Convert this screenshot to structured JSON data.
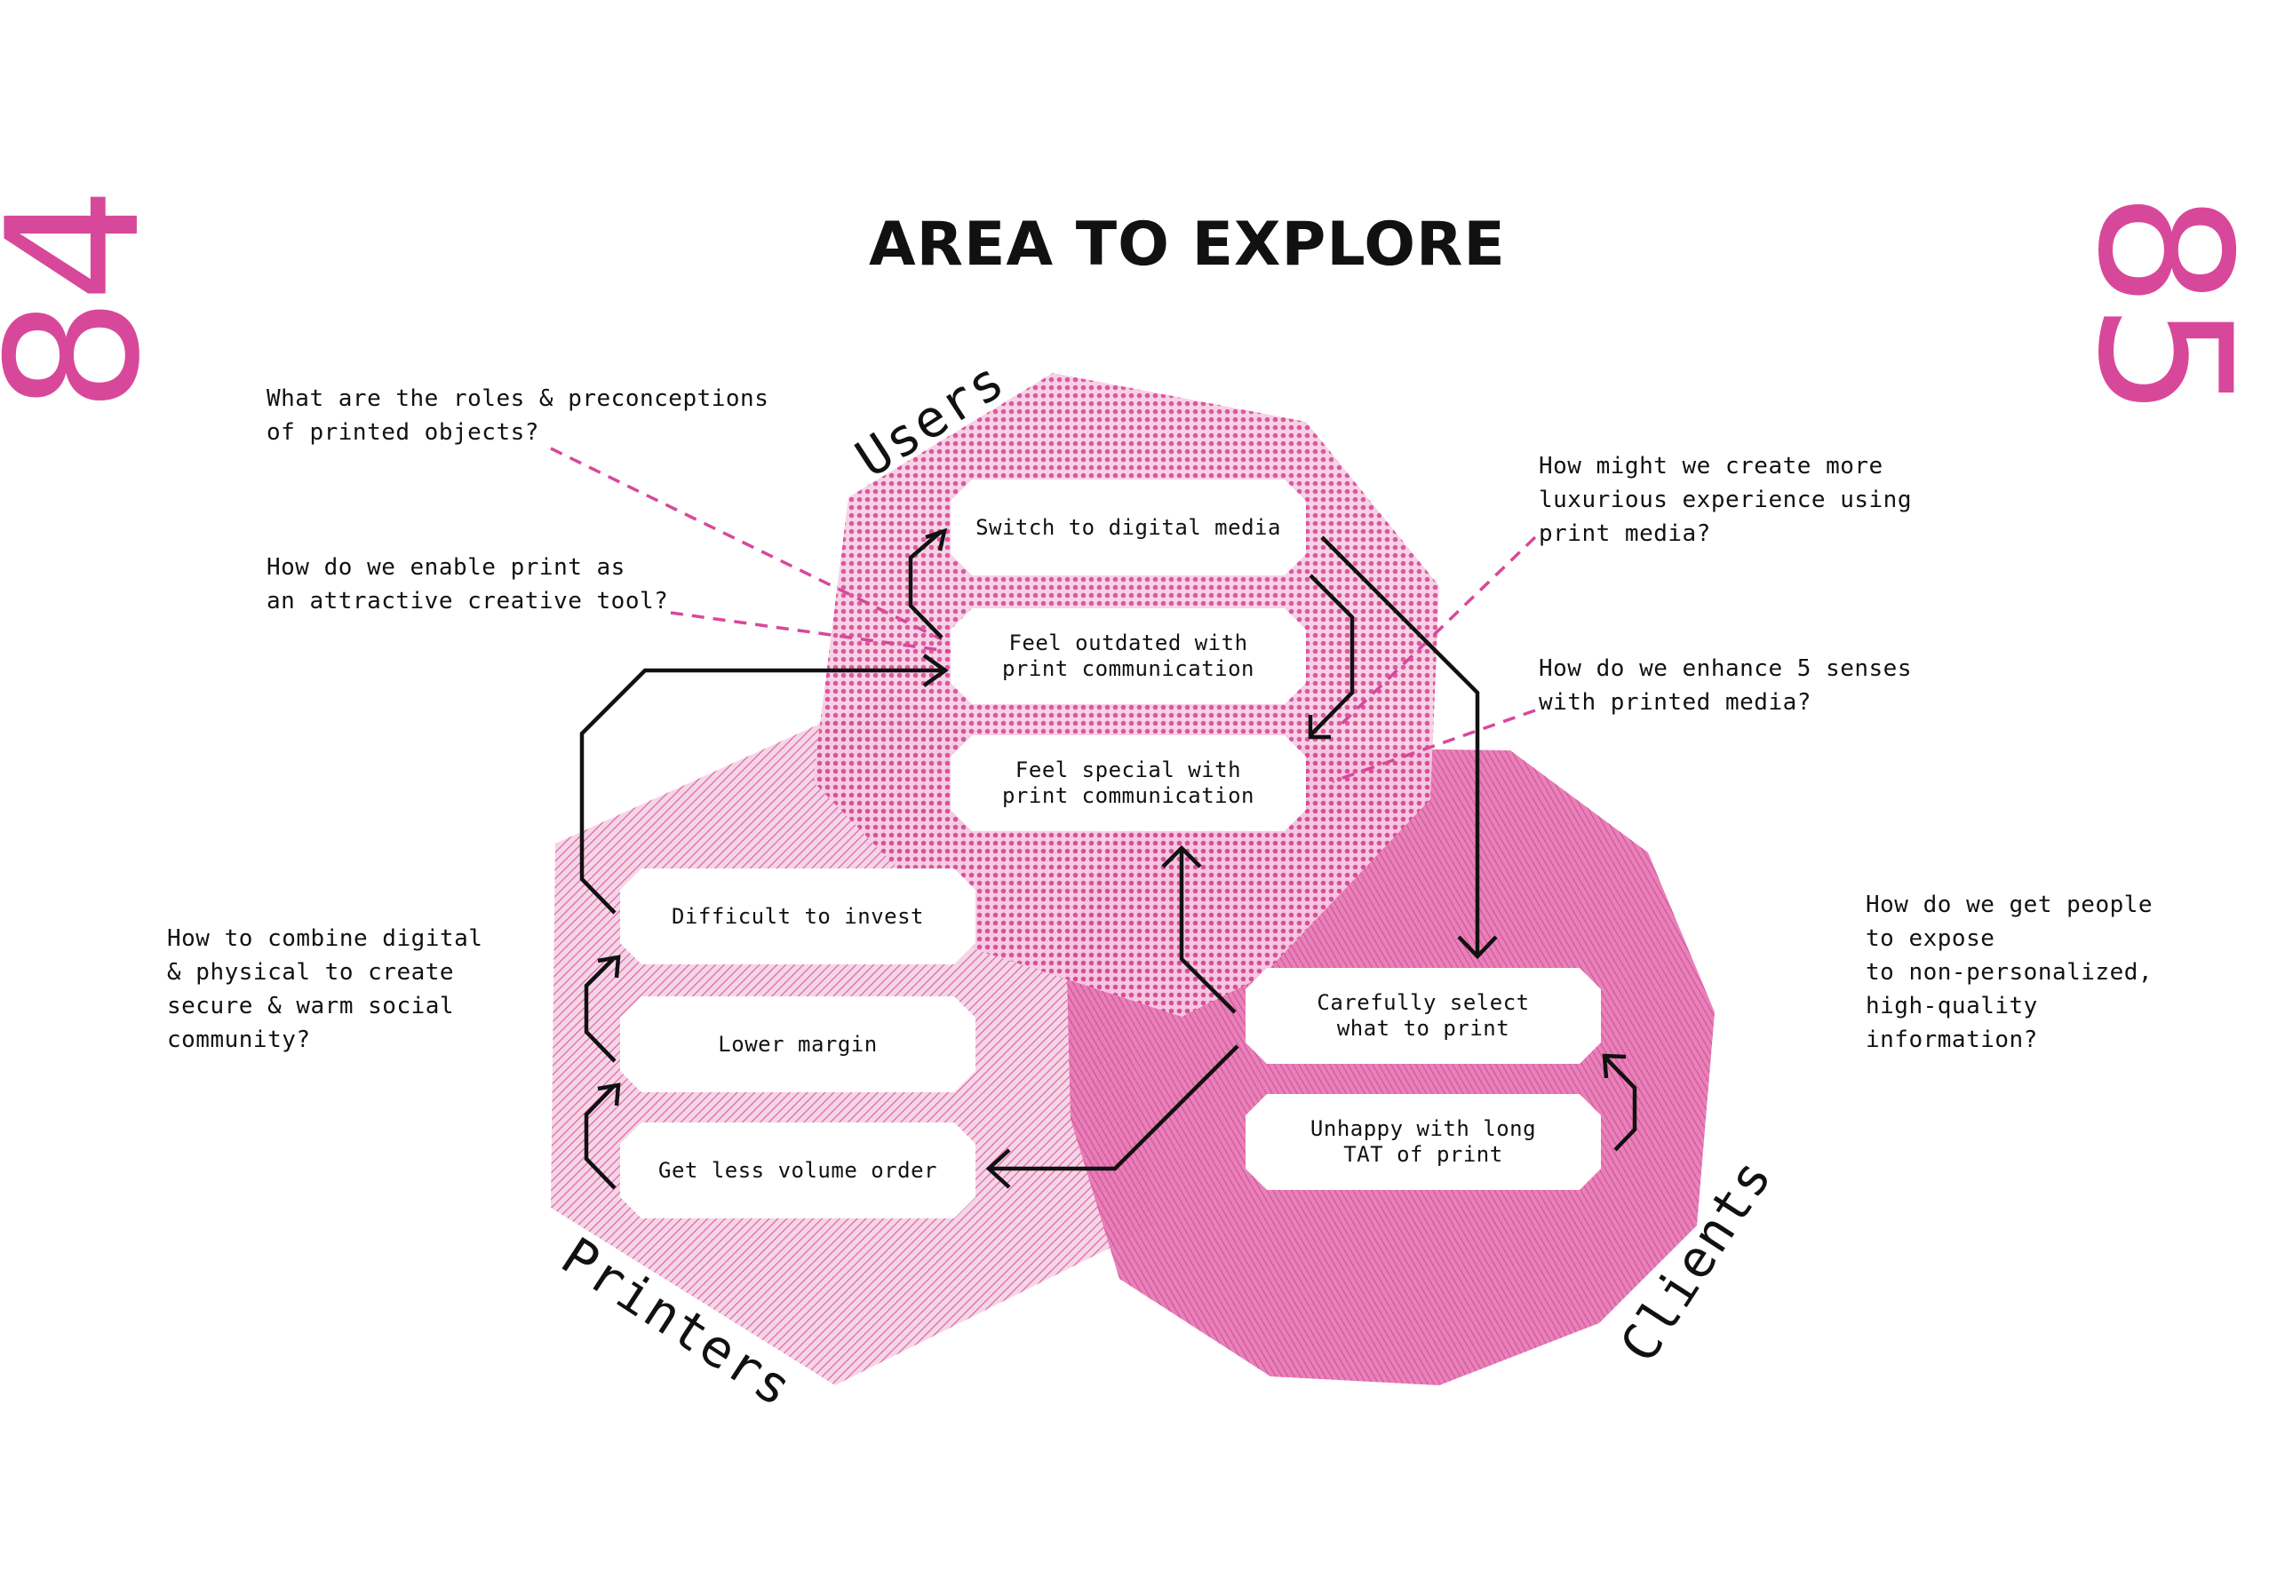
{
  "page_numbers": {
    "left": "84",
    "right": "85"
  },
  "title": "AREA TO EXPLORE",
  "groups": {
    "users": "Users",
    "printers": "Printers",
    "clients": "Clients"
  },
  "questions": {
    "roles": "What are the roles & preconceptions\nof printed objects?",
    "enable_print": "How do we enable print as\nan attractive creative tool?",
    "combine": "How to combine digital\n& physical to create\nsecure & warm social\ncommunity?",
    "luxurious": "How might we create more\nluxurious experience using\nprint media?",
    "senses": "How do we enhance 5 senses\nwith printed media?",
    "expose": "How do we get people\nto expose\nto non-personalized,\nhigh-quality\ninformation?"
  },
  "boxes": {
    "switch_digital": "Switch to digital media",
    "feel_outdated": "Feel outdated with\nprint communication",
    "feel_special": "Feel special with\nprint communication",
    "difficult_invest": "Difficult to invest",
    "lower_margin": "Lower margin",
    "less_volume": "Get less volume order",
    "carefully_select": "Carefully select\nwhat to print",
    "unhappy_tat": "Unhappy with long\nTAT of print"
  },
  "colors": {
    "accent": "#d8489a",
    "text": "#111111",
    "background": "#ffffff"
  }
}
